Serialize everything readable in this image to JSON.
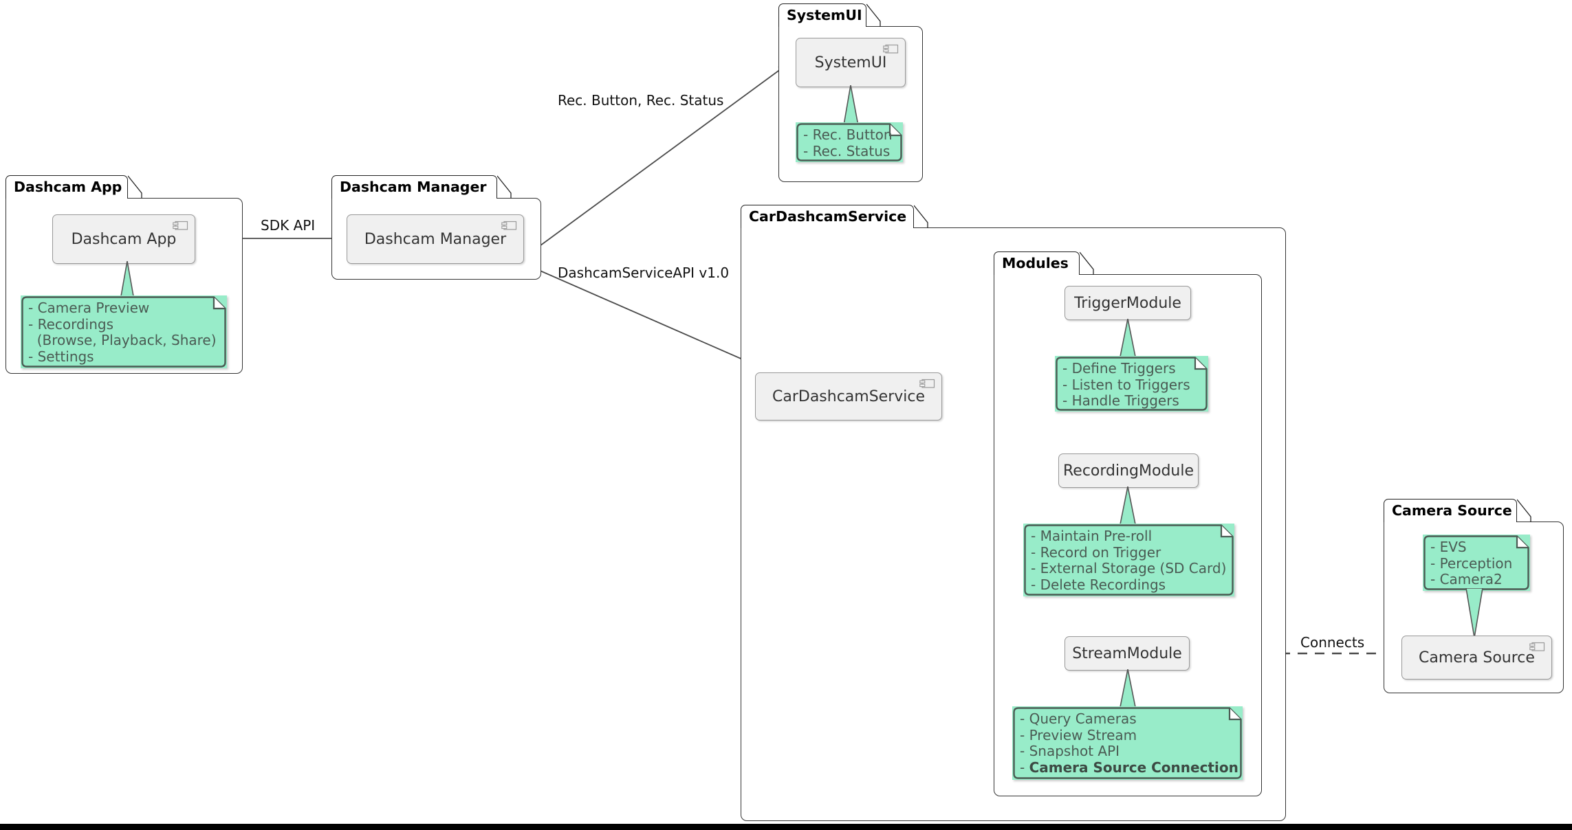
{
  "diagram": {
    "kind": "uml-component-diagram",
    "colors": {
      "note_fill": "#98ECC9",
      "note_stroke": "#4a5b53",
      "component_fill": "#F0F0F0",
      "component_stroke": "#999999",
      "package_stroke": "#333333",
      "edge_stroke": "#4a4a4a",
      "text": "#333333"
    }
  },
  "packages": {
    "dashcam_app": {
      "title": "Dashcam App"
    },
    "dashcam_manager": {
      "title": "Dashcam Manager"
    },
    "system_ui": {
      "title": "SystemUI"
    },
    "car_dashcam_service": {
      "title": "CarDashcamService"
    },
    "modules": {
      "title": "Modules"
    },
    "camera_source": {
      "title": "Camera Source"
    }
  },
  "components": {
    "dashcam_app": {
      "label": "Dashcam App",
      "icon": "component-icon"
    },
    "dashcam_manager": {
      "label": "Dashcam Manager",
      "icon": "component-icon"
    },
    "system_ui": {
      "label": "SystemUI",
      "icon": "component-icon"
    },
    "car_dashcam_service": {
      "label": "CarDashcamService",
      "icon": "component-icon"
    },
    "trigger_module": {
      "label": "TriggerModule",
      "icon": null
    },
    "recording_module": {
      "label": "RecordingModule",
      "icon": null
    },
    "stream_module": {
      "label": "StreamModule",
      "icon": null
    },
    "camera_source": {
      "label": "Camera Source",
      "icon": "component-icon"
    }
  },
  "notes": {
    "dashcam_app": {
      "lines": [
        "- Camera Preview",
        "- Recordings",
        "  (Browse, Playback, Share)",
        "- Settings"
      ],
      "text": "- Camera Preview\n- Recordings\n  (Browse, Playback, Share)\n- Settings"
    },
    "system_ui": {
      "lines": [
        "- Rec. Button",
        "- Rec. Status"
      ],
      "text": "- Rec. Button\n- Rec. Status"
    },
    "trigger_module": {
      "lines": [
        "- Define Triggers",
        "- Listen to Triggers",
        "- Handle Triggers"
      ],
      "text": "- Define Triggers\n- Listen to Triggers\n- Handle Triggers"
    },
    "recording_module": {
      "lines": [
        "- Maintain Pre-roll",
        "- Record on Trigger",
        "- External Storage (SD Card)",
        "- Delete Recordings"
      ],
      "text": "- Maintain Pre-roll\n- Record on Trigger\n- External Storage (SD Card)\n- Delete Recordings"
    },
    "stream_module": {
      "lines": [
        "- Query Cameras",
        "- Preview Stream",
        "- Snapshot API",
        "- Camera Source Connection"
      ],
      "prefix": "- Query Cameras\n- Preview Stream\n- Snapshot API\n- ",
      "bold_tail": "Camera Source Connection"
    },
    "camera_source": {
      "lines": [
        "- EVS",
        "- Perception",
        "- Camera2"
      ],
      "text": "- EVS\n- Perception\n- Camera2"
    }
  },
  "edges": [
    {
      "id": "sdk-api",
      "label": "SDK API",
      "from": "Dashcam App",
      "to": "Dashcam Manager",
      "style": "solid-arrow"
    },
    {
      "id": "rec-button-status",
      "label": "Rec. Button, Rec. Status",
      "from": "Dashcam Manager",
      "to": "SystemUI",
      "style": "solid-arrow"
    },
    {
      "id": "dashcam-service-api",
      "label": "DashcamServiceAPI v1.0",
      "from": "Dashcam Manager",
      "to": "CarDashcamService",
      "style": "solid-arrow"
    },
    {
      "id": "svc-trigger",
      "label": "",
      "from": "CarDashcamService",
      "to": "TriggerModule",
      "style": "solid-arrow"
    },
    {
      "id": "svc-recording",
      "label": "",
      "from": "CarDashcamService",
      "to": "RecordingModule",
      "style": "solid-arrow"
    },
    {
      "id": "svc-stream",
      "label": "",
      "from": "CarDashcamService",
      "to": "StreamModule",
      "style": "solid-arrow-curved"
    },
    {
      "id": "connects",
      "label": "Connects",
      "from": "StreamModule",
      "to": "Camera Source",
      "style": "dashed"
    }
  ]
}
